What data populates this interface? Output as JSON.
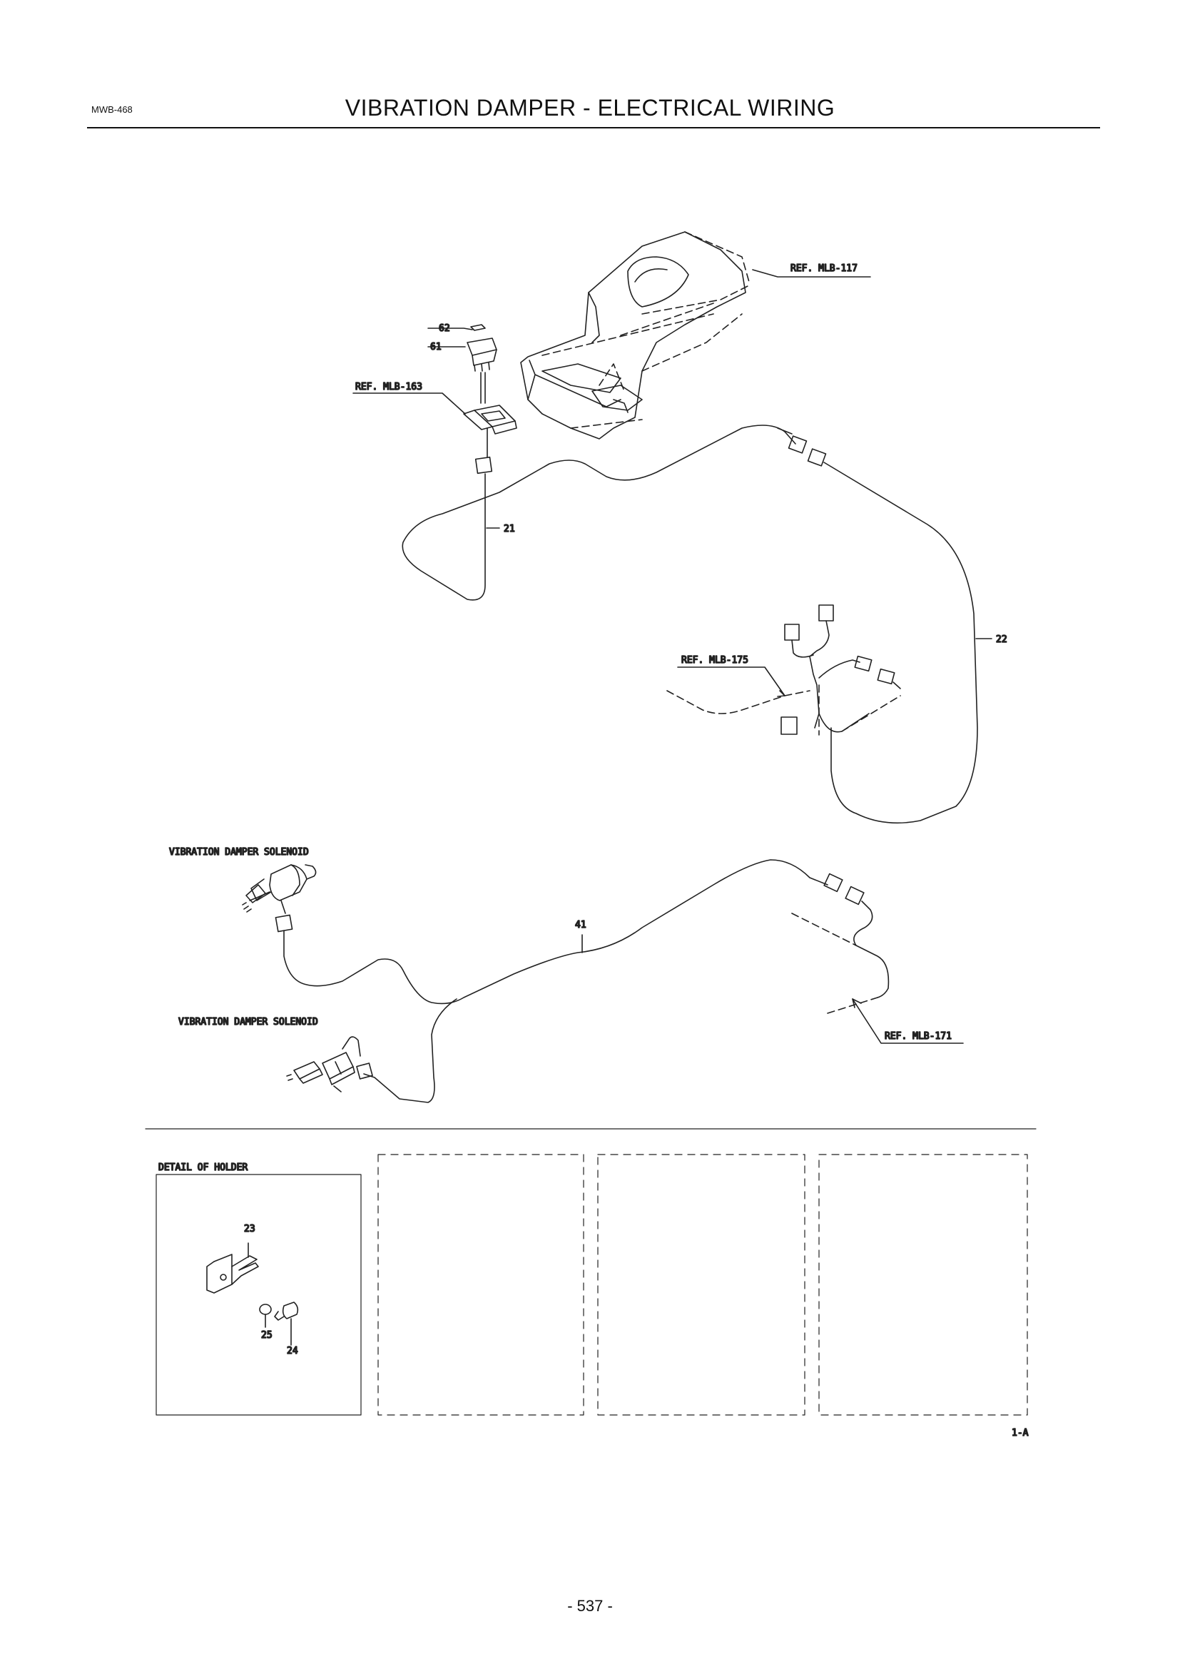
{
  "header": {
    "code": "MWB-468",
    "title": "VIBRATION DAMPER - ELECTRICAL WIRING"
  },
  "diagram": {
    "refs": {
      "console": "REF. MLB-117",
      "switch_panel": "REF. MLB-163",
      "harness_175": "REF. MLB-175",
      "harness_171": "REF. MLB-171"
    },
    "part_numbers": {
      "p62": "62",
      "p61": "61",
      "p21": "21",
      "p22": "22",
      "p41": "41"
    },
    "labels": {
      "solenoid_1": "VIBRATION DAMPER SOLENOID",
      "solenoid_2": "VIBRATION DAMPER SOLENOID"
    }
  },
  "detail": {
    "title": "DETAIL OF HOLDER",
    "p23": "23",
    "p24": "24",
    "p25": "25"
  },
  "figure_id": "1-A",
  "footer": {
    "page": "- 537 -"
  }
}
